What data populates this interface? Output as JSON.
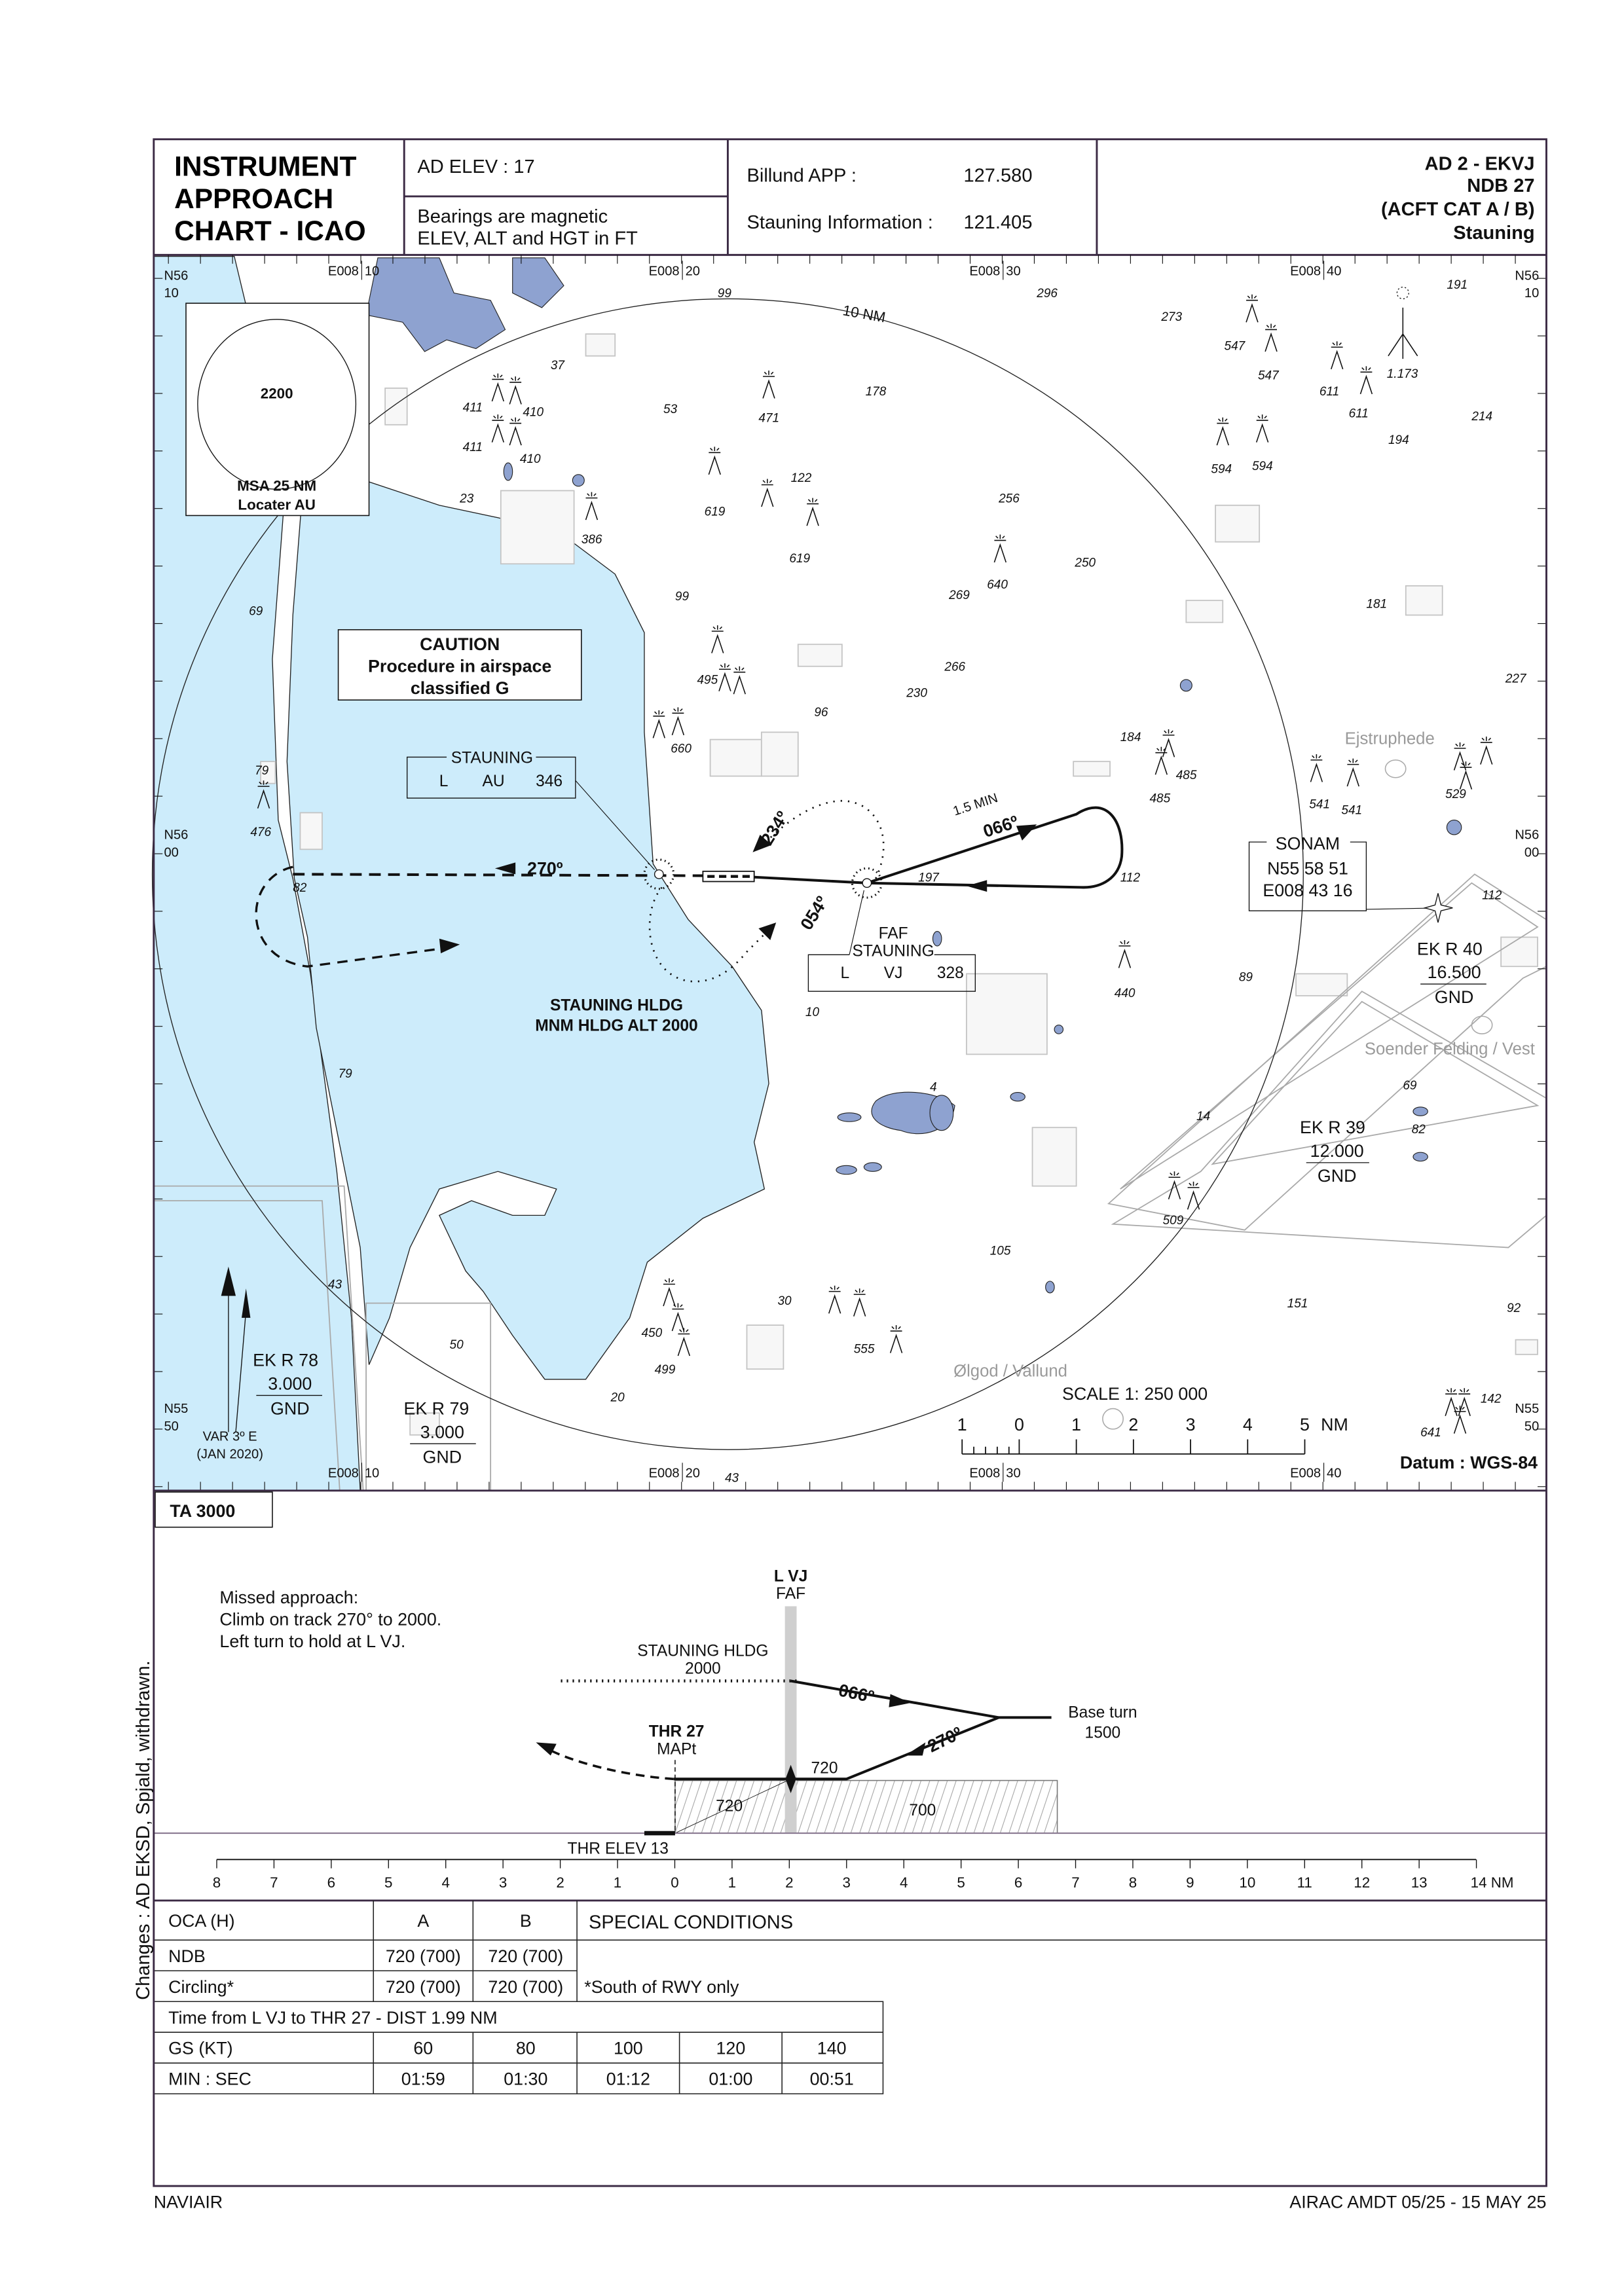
{
  "header": {
    "title_lines": [
      "INSTRUMENT",
      "APPROACH",
      "CHART - ICAO"
    ],
    "ad_elev": "AD ELEV : 17",
    "bearings": "Bearings are magnetic",
    "units": "ELEV, ALT and HGT in FT",
    "billund_label": "Billund APP :",
    "billund_freq": "127.580",
    "info_label": "Stauning Information :",
    "info_freq": "121.405",
    "chart_id": [
      "AD 2 - EKVJ",
      "NDB 27",
      "(ACFT CAT A / B)",
      "Stauning"
    ]
  },
  "map": {
    "msa": {
      "altitude": "2200",
      "label": "MSA 25 NM",
      "sub": "Locater AU"
    },
    "circle_label": "10 NM",
    "caution": [
      "CAUTION",
      "Procedure in airspace",
      "classified G"
    ],
    "ndb_au": {
      "name": "STAUNING",
      "type": "L",
      "ident": "AU",
      "freq": "346"
    },
    "ndb_vj": {
      "role": "FAF",
      "name": "STAUNING",
      "type": "L",
      "ident": "VJ",
      "freq": "328"
    },
    "holding": [
      "STAUNING HLDG",
      "MNM HLDG ALT 2000"
    ],
    "sonam": [
      "SONAM",
      "N55 58 51",
      "E008 43 16"
    ],
    "tracks": {
      "inbound": "270º",
      "outbound": "066º",
      "hold_inbound": "270º",
      "timing": "1.5 MIN",
      "pt_out": "234º",
      "pt_in": "054º"
    },
    "restricted": [
      {
        "name": "EK R 40",
        "upper": "16.500",
        "lower": "GND"
      },
      {
        "name": "EK R 39",
        "upper": "12.000",
        "lower": "GND"
      },
      {
        "name": "EK R 78",
        "upper": "3.000",
        "lower": "GND"
      },
      {
        "name": "EK R 79",
        "upper": "3.000",
        "lower": "GND"
      }
    ],
    "towns": [
      "Ejstruphede",
      "Soender Felding / Vest",
      "Ølgod / Vallund"
    ],
    "variation": [
      "VAR 3º E",
      "(JAN 2020)"
    ],
    "scale": {
      "title": "SCALE 1: 250 000",
      "ticks": [
        "1",
        "0",
        "1",
        "2",
        "3",
        "4",
        "5"
      ],
      "unit": "NM"
    },
    "datum": "Datum : WGS-84",
    "lat": [
      [
        "N56",
        "10"
      ],
      [
        "N56",
        "00"
      ],
      [
        "N55",
        "50"
      ]
    ],
    "lon": [
      [
        "E008",
        "10"
      ],
      [
        "E008",
        "20"
      ],
      [
        "E008",
        "30"
      ],
      [
        "E008",
        "40"
      ]
    ],
    "spot_heights": [
      "99",
      "296",
      "273",
      "191",
      "37",
      "53",
      "178",
      "214",
      "1.173",
      "547",
      "547",
      "611",
      "611",
      "194",
      "594",
      "594",
      "411",
      "410",
      "411",
      "410",
      "471",
      "122",
      "619",
      "619",
      "256",
      "23",
      "386",
      "250",
      "640",
      "269",
      "99",
      "181",
      "69",
      "266",
      "230",
      "495",
      "227",
      "96",
      "660",
      "184",
      "485",
      "485",
      "541",
      "541",
      "529",
      "79",
      "476",
      "82",
      "197",
      "112",
      "112",
      "89",
      "440",
      "10",
      "79",
      "4",
      "69",
      "14",
      "82",
      "509",
      "105",
      "43",
      "151",
      "92",
      "30",
      "50",
      "450",
      "499",
      "555",
      "20",
      "142",
      "641",
      "43"
    ]
  },
  "profile": {
    "ta": "TA 3000",
    "missed_approach": [
      "Missed approach:",
      "Climb on track 270° to 2000.",
      "Left turn to hold at L VJ."
    ],
    "faf": [
      "L VJ",
      "FAF"
    ],
    "hldg": [
      "STAUNING HLDG",
      "2000"
    ],
    "outbound": "066º",
    "inbound": "270º",
    "base_turn": [
      "Base turn",
      "1500"
    ],
    "thr": [
      "THR 27",
      "MAPt"
    ],
    "oca_labels": [
      "720",
      "720",
      "700"
    ],
    "thr_elev": "THR ELEV 13",
    "axis": [
      "8",
      "7",
      "6",
      "5",
      "4",
      "3",
      "2",
      "1",
      "0",
      "1",
      "2",
      "3",
      "4",
      "5",
      "6",
      "7",
      "8",
      "9",
      "10",
      "11",
      "12",
      "13",
      "14 NM"
    ]
  },
  "minima": {
    "headers": [
      "OCA (H)",
      "A",
      "B",
      "SPECIAL CONDITIONS"
    ],
    "rows": [
      {
        "label": "NDB",
        "a": "720 (700)",
        "b": "720 (700)"
      },
      {
        "label": "Circling*",
        "a": "720 (700)",
        "b": "720 (700)"
      }
    ],
    "note": "*South of RWY only"
  },
  "timing": {
    "title": "Time from L VJ to THR 27 - DIST 1.99 NM",
    "gs_label": "GS (KT)",
    "gs": [
      "60",
      "80",
      "100",
      "120",
      "140"
    ],
    "time_label": "MIN : SEC",
    "times": [
      "01:59",
      "01:30",
      "01:12",
      "01:00",
      "00:51"
    ]
  },
  "sidebar_note": "Changes : AD EKSD, Spjald, withdrawn.",
  "footer": {
    "left": "NAVIAIR",
    "right": "AIRAC AMDT 05/25 - 15 MAY 25"
  }
}
